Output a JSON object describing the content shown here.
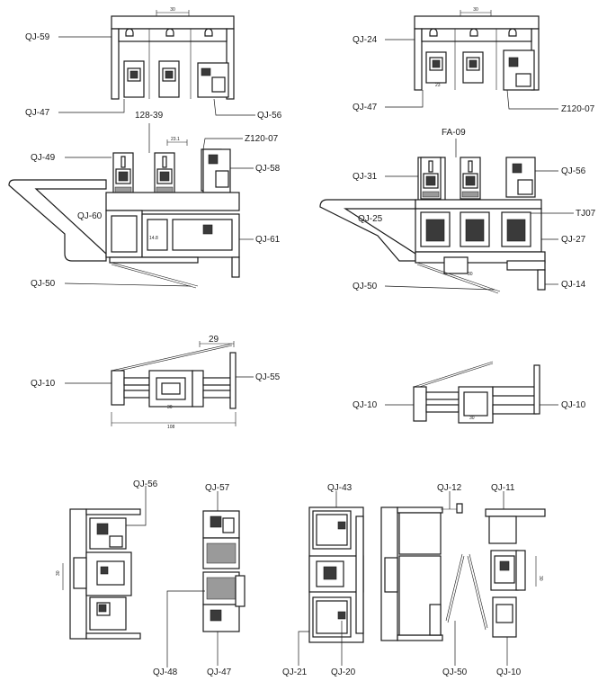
{
  "labels": {
    "qj59": "QJ-59",
    "qj47a": "QJ-47",
    "c12839": "128-39",
    "qj56a": "QJ-56",
    "qj24": "QJ-24",
    "qj47b": "QJ-47",
    "z12007a": "Z120-07",
    "qj49": "QJ-49",
    "z12007b": "Z120-07",
    "qj58": "QJ-58",
    "qj60": "QJ-60",
    "qj61": "QJ-61",
    "qj50a": "QJ-50",
    "fa09": "FA-09",
    "qj31": "QJ-31",
    "qj56b": "QJ-56",
    "qj25": "QJ-25",
    "tj07": "TJ07",
    "qj27": "QJ-27",
    "qj50b": "QJ-50",
    "qj14": "QJ-14",
    "qj10a": "QJ-10",
    "qj55": "QJ-55",
    "qj10b": "QJ-10",
    "qj10c": "QJ-10",
    "qj56c": "QJ-56",
    "qj57": "QJ-57",
    "qj48": "QJ-48",
    "qj47c": "QJ-47",
    "qj43": "QJ-43",
    "qj21": "QJ-21",
    "qj20": "QJ-20",
    "qj12": "QJ-12",
    "qj11": "QJ-11",
    "qj50c": "QJ-50",
    "qj10d": "QJ-10"
  },
  "dims": {
    "d30a": "30",
    "d30b": "30",
    "d23a": "23",
    "d231": "23.1",
    "d148": "14.8",
    "d29": "29",
    "d30c": "30",
    "d108": "108",
    "d30d": "30",
    "d30e": "30",
    "d30f": "30"
  }
}
